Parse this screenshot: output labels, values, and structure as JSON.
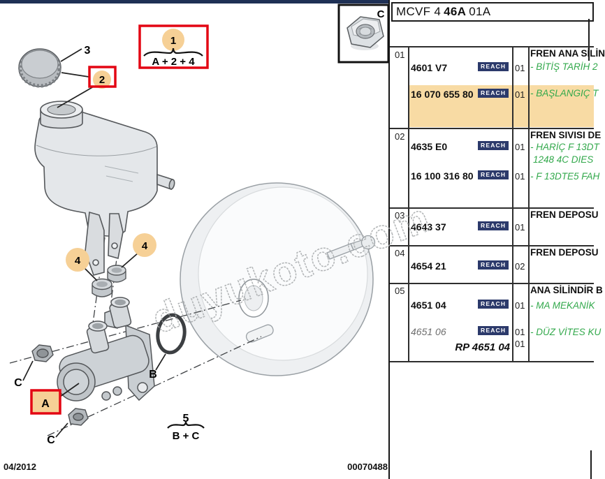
{
  "header": {
    "prefix": "MCVF 4",
    "bold": "46A",
    "suffix": "01A"
  },
  "footer": {
    "date": "04/2012",
    "doc_number": "00070488"
  },
  "watermark": "duyukoto.com",
  "badge": {
    "label": "REACH",
    "bg": "#2c3a6b"
  },
  "colors": {
    "highlight": "#f8dba4",
    "green": "#33a94c",
    "red": "#e30613",
    "circle": "#f6d096",
    "navy": "#1e3055"
  },
  "diagram": {
    "legend": {
      "num": "1",
      "formula": "A + 2 + 4"
    },
    "fraction": {
      "num": "5",
      "den": "B + C"
    },
    "labels": {
      "cap": "3",
      "seal": "2",
      "grommet_left": "4",
      "grommet_right": "4",
      "cylinder": "A",
      "oring": "B",
      "nut_upper": "C",
      "nut_lower": "C",
      "nut_box": "C"
    }
  },
  "table": {
    "groups": [
      {
        "ref": "01",
        "title": "FREN ANA SİLİN",
        "rows": [
          {
            "part": "4601 V7",
            "qty": "01",
            "desc": "- BİTİŞ TARİH 2"
          },
          {
            "part": "16 070 655 80",
            "qty": "01",
            "desc": "- BAŞLANGIÇ T"
          }
        ]
      },
      {
        "ref": "02",
        "title": "FREN SIVISI DE",
        "rows": [
          {
            "part": "4635 E0",
            "qty": "01",
            "desc": "- HARİÇ F 13DT",
            "desc2": "1248 4C DIES"
          },
          {
            "part": "16 100 316 80",
            "qty": "01",
            "desc": "- F 13DTE5 FAH"
          }
        ]
      },
      {
        "ref": "03",
        "title": "FREN DEPOSU",
        "rows": [
          {
            "part": "4643 37",
            "qty": "01",
            "desc": ""
          }
        ]
      },
      {
        "ref": "04",
        "title": "FREN DEPOSU",
        "rows": [
          {
            "part": "4654 21",
            "qty": "02",
            "desc": ""
          }
        ]
      },
      {
        "ref": "05",
        "title": "ANA SİLİNDİR B",
        "rows": [
          {
            "part": "4651 04",
            "qty": "01",
            "desc": "- MA MEKANİK"
          },
          {
            "part": "4651 06",
            "qty": "01",
            "desc": "- DÜZ VİTES KU"
          },
          {
            "part": "RP 4651 04",
            "qty": "01",
            "desc": ""
          }
        ]
      }
    ]
  }
}
